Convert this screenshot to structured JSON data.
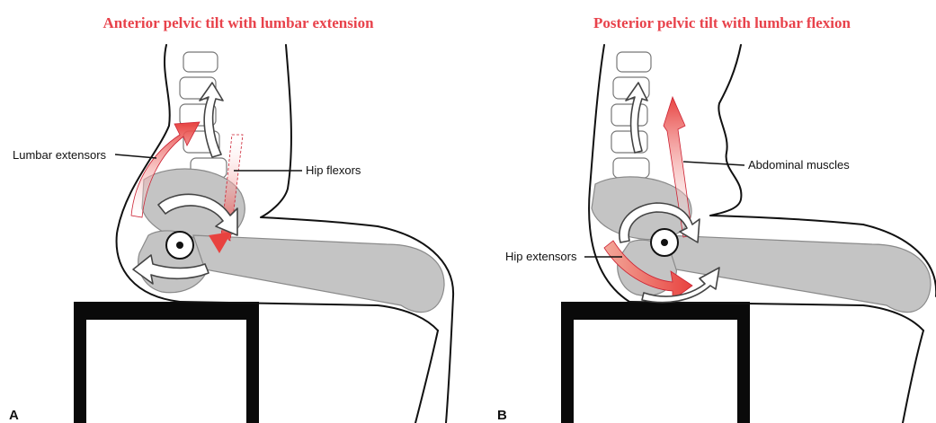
{
  "panel_a": {
    "title": "Anterior pelvic tilt with lumbar extension",
    "label_lumbar_extensors": "Lumbar extensors",
    "label_hip_flexors": "Hip flexors",
    "letter": "A"
  },
  "panel_b": {
    "title": "Posterior pelvic tilt with lumbar flexion",
    "label_abdominal_muscles": "Abdominal muscles",
    "label_hip_extensors": "Hip extensors",
    "letter": "B"
  },
  "colors": {
    "title": "#e8424b",
    "muscle": "#e8423f",
    "bone": "#c4c4c4",
    "chair": "#0a0a0a"
  }
}
